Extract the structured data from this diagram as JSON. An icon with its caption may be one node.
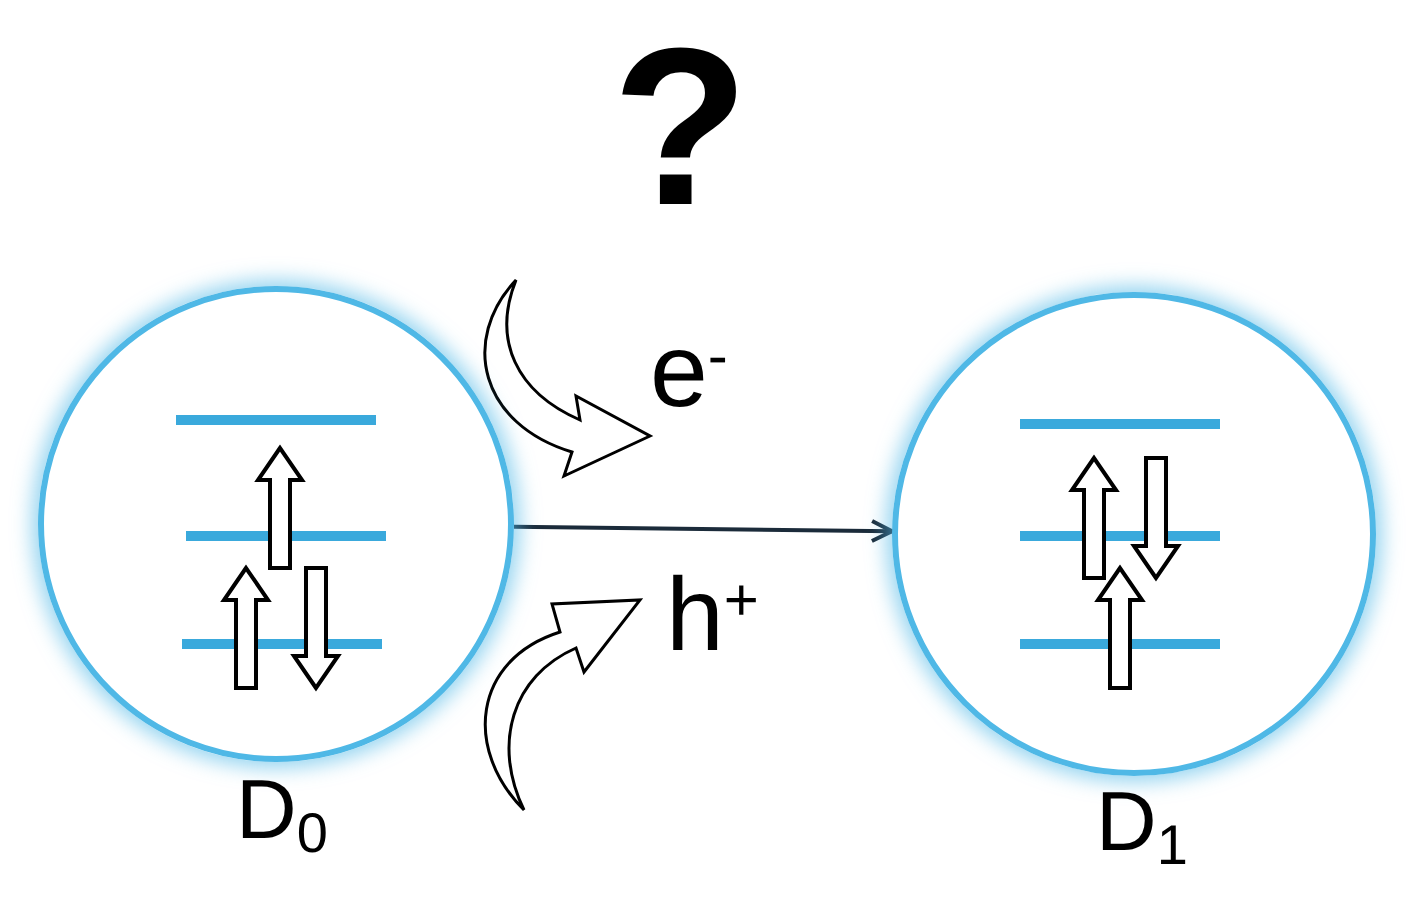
{
  "diagram": {
    "nodes": [
      {
        "text": [],
        "shape": "circle",
        "beside": [
          "D$_{0}$"
        ]
      },
      {
        "text": [],
        "shape": "circle",
        "beside": [
          "D$_{1}$"
        ]
      }
    ],
    "edges": [
      {
        "from": 0,
        "to": 1,
        "arrow": "to"
      }
    ],
    "labels": [
      "?",
      "e$^{-}$",
      "h$^{+}$"
    ]
  }
}
